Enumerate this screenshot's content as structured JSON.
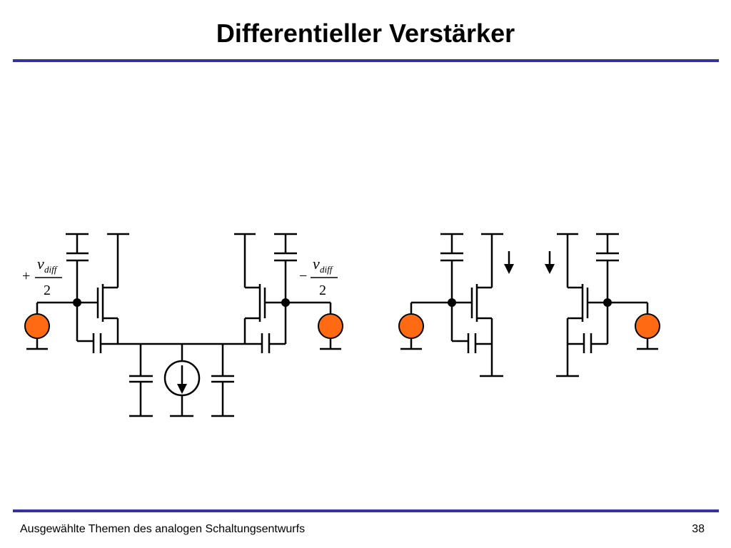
{
  "title": "Differentieller Verstärker",
  "footer": {
    "text": "Ausgewählte Themen des analogen Schaltungsentwurfs",
    "page_number": "38"
  },
  "labels": {
    "left_input": {
      "sign": "+",
      "symbol": "v",
      "subscript": "diff",
      "denominator": "2"
    },
    "right_input": {
      "sign": "−",
      "symbol": "v",
      "subscript": "diff",
      "denominator": "2"
    }
  },
  "colors": {
    "accent_rule": "#333399",
    "source_fill": "#ff6a13",
    "wire": "#000000"
  }
}
